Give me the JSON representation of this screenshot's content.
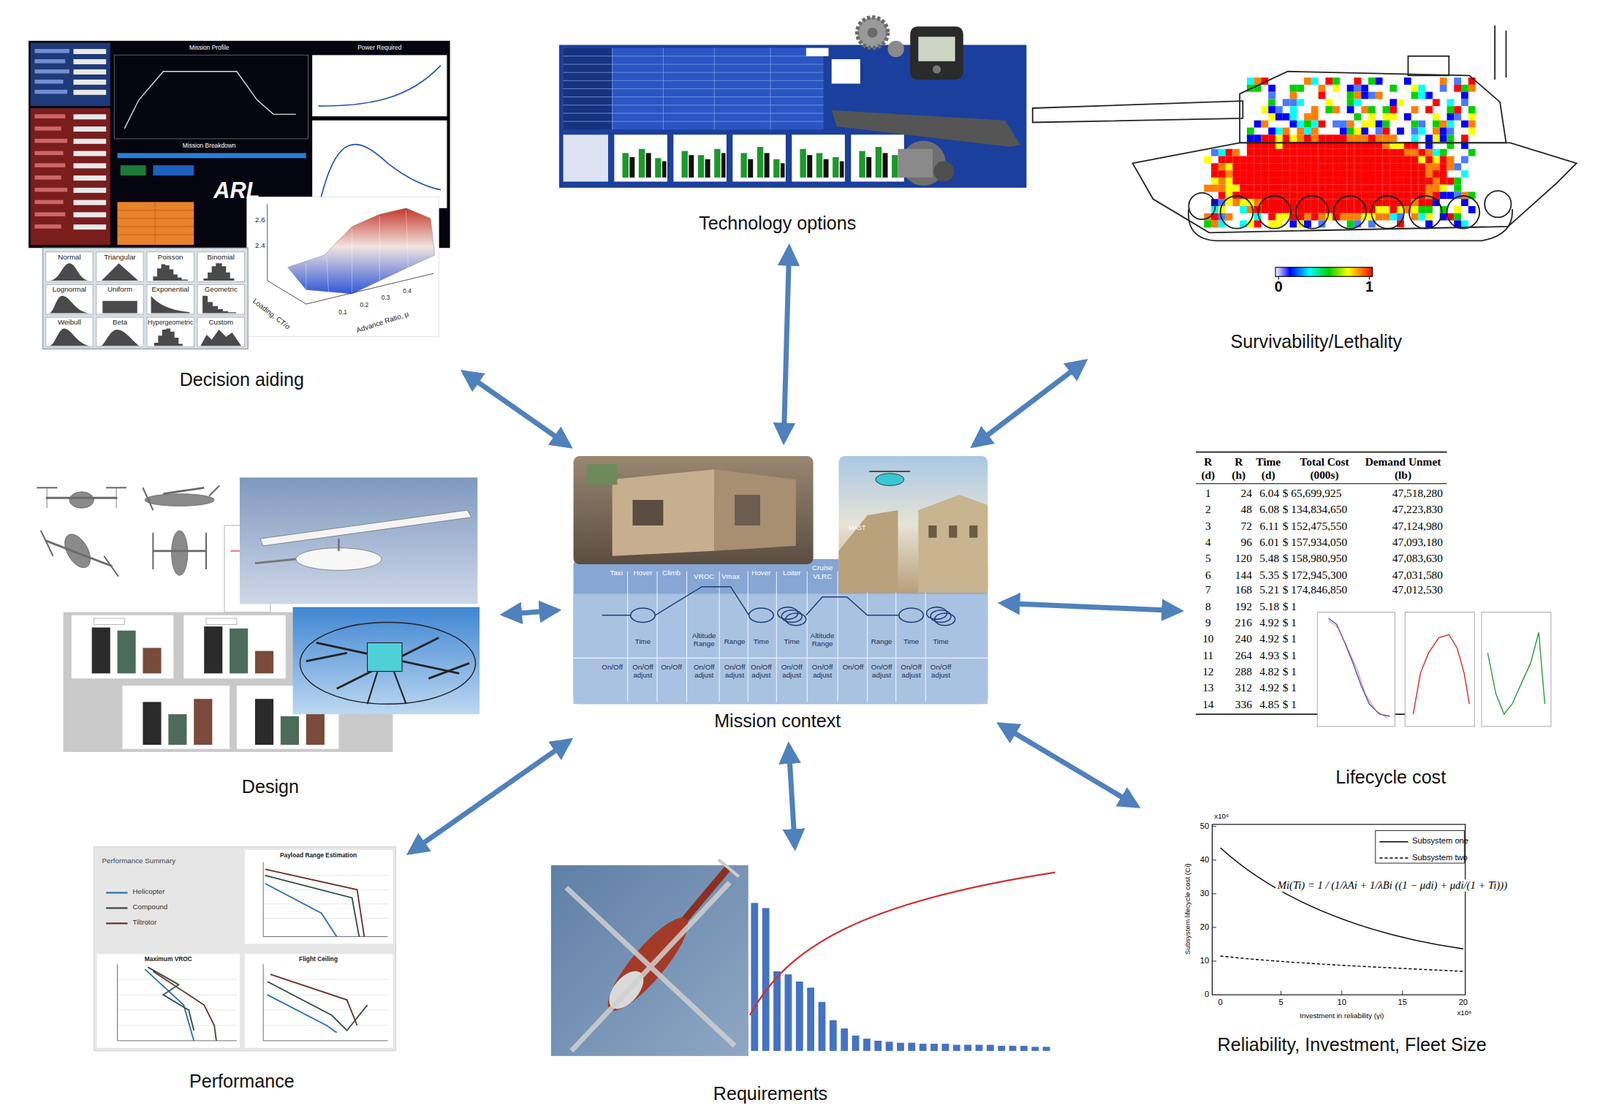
{
  "diagram": {
    "nodes": [
      {
        "text": [
          "Decision aiding"
        ]
      },
      {
        "text": [
          "Technology options"
        ]
      },
      {
        "text": [
          "Survivability/Lethality"
        ]
      },
      {
        "text": [
          "Design"
        ]
      },
      {
        "text": [
          "Mission context"
        ]
      },
      {
        "text": [
          "Lifecycle cost"
        ]
      },
      {
        "text": [
          "Performance"
        ]
      },
      {
        "text": [
          "Requirements"
        ]
      },
      {
        "text": [
          "Reliability, Investment, Fleet Size"
        ]
      }
    ],
    "edges": [
      {
        "from": 4,
        "to": 0,
        "arrow": "both"
      },
      {
        "from": 4,
        "to": 1,
        "arrow": "both"
      },
      {
        "from": 4,
        "to": 2,
        "arrow": "both"
      },
      {
        "from": 4,
        "to": 3,
        "arrow": "both"
      },
      {
        "from": 4,
        "to": 5,
        "arrow": "both"
      },
      {
        "from": 4,
        "to": 6,
        "arrow": "both"
      },
      {
        "from": 4,
        "to": 7,
        "arrow": "both"
      },
      {
        "from": 4,
        "to": 8,
        "arrow": "both"
      }
    ],
    "labels": [
      "Mission Profile",
      "Power Required",
      "Mission Breakdown",
      "ARL",
      "Normal",
      "Triangular",
      "Poisson",
      "Binomial",
      "Lognormal",
      "Uniform",
      "Exponential",
      "Geometric",
      "Weibull",
      "Beta",
      "Hypergeometric",
      "Custom",
      "2.6",
      "2.4",
      "Loading, CT/σ",
      "0.1",
      "0.2",
      "0.3",
      "0.4",
      "Advance Ratio, μ",
      "0",
      "1",
      "MAST",
      "Taxi",
      "Hover",
      "Climb",
      "VROC",
      "Vmax",
      "Hover",
      "Loiter",
      "Cruise VLRC",
      "Time",
      "Altitude Range",
      "Range",
      "Time",
      "Time",
      "Altitude Range",
      "Range",
      "Time",
      "Time",
      "On/Off",
      "On/Off adjust",
      "On/Off",
      "On/Off adjust",
      "On/Off adjust",
      "On/Off adjust",
      "On/Off adjust",
      "On/Off adjust",
      "On/Off",
      "On/Off adjust",
      "On/Off adjust",
      "On/Off adjust",
      "R (d)",
      "R (h)",
      "Time (d)",
      "Total Cost (000s)",
      "Demand Unmet (lb)",
      "1",
      "24",
      "6.04",
      "$ 65,699,925",
      "47,518,280",
      "2",
      "48",
      "6.08",
      "$ 134,834,650",
      "47,223,830",
      "3",
      "72",
      "6.11",
      "$ 152,475,550",
      "47,124,980",
      "4",
      "96",
      "6.01",
      "$ 157,934,050",
      "47,093,180",
      "5",
      "120",
      "5.48",
      "$ 158,980,950",
      "47,083,630",
      "6",
      "144",
      "5.35",
      "$ 172,945,300",
      "47,031,580",
      "7",
      "168",
      "5.21",
      "$ 174,846,850",
      "47,012,530",
      "8",
      "192",
      "5.18",
      "$ 1",
      "9",
      "216",
      "4.92",
      "$ 1",
      "10",
      "240",
      "4.92",
      "$ 1",
      "11",
      "264",
      "4.93",
      "$ 1",
      "12",
      "288",
      "4.82",
      "$ 1",
      "13",
      "312",
      "4.92",
      "$ 1",
      "14",
      "336",
      "4.85",
      "$ 1",
      "Performance Summary",
      "Helicopter",
      "Compound",
      "Tiltrotor",
      "Payload Range Estimation",
      "Maximum VROC",
      "Flight Ceiling",
      "Subsystem one",
      "Subsystem two",
      "Mi(Ti) = 1 / (1/λAi + 1/λBi ((1 − μdi) + μdi/(1 + Ti)))",
      "50",
      "40",
      "30",
      "20",
      "10",
      "0",
      "x10⁶",
      "0",
      "5",
      "10",
      "15",
      "20",
      "x10⁶",
      "Investment in reliability (γi)",
      "Subsystem lifecycle cost (Ci)"
    ]
  }
}
